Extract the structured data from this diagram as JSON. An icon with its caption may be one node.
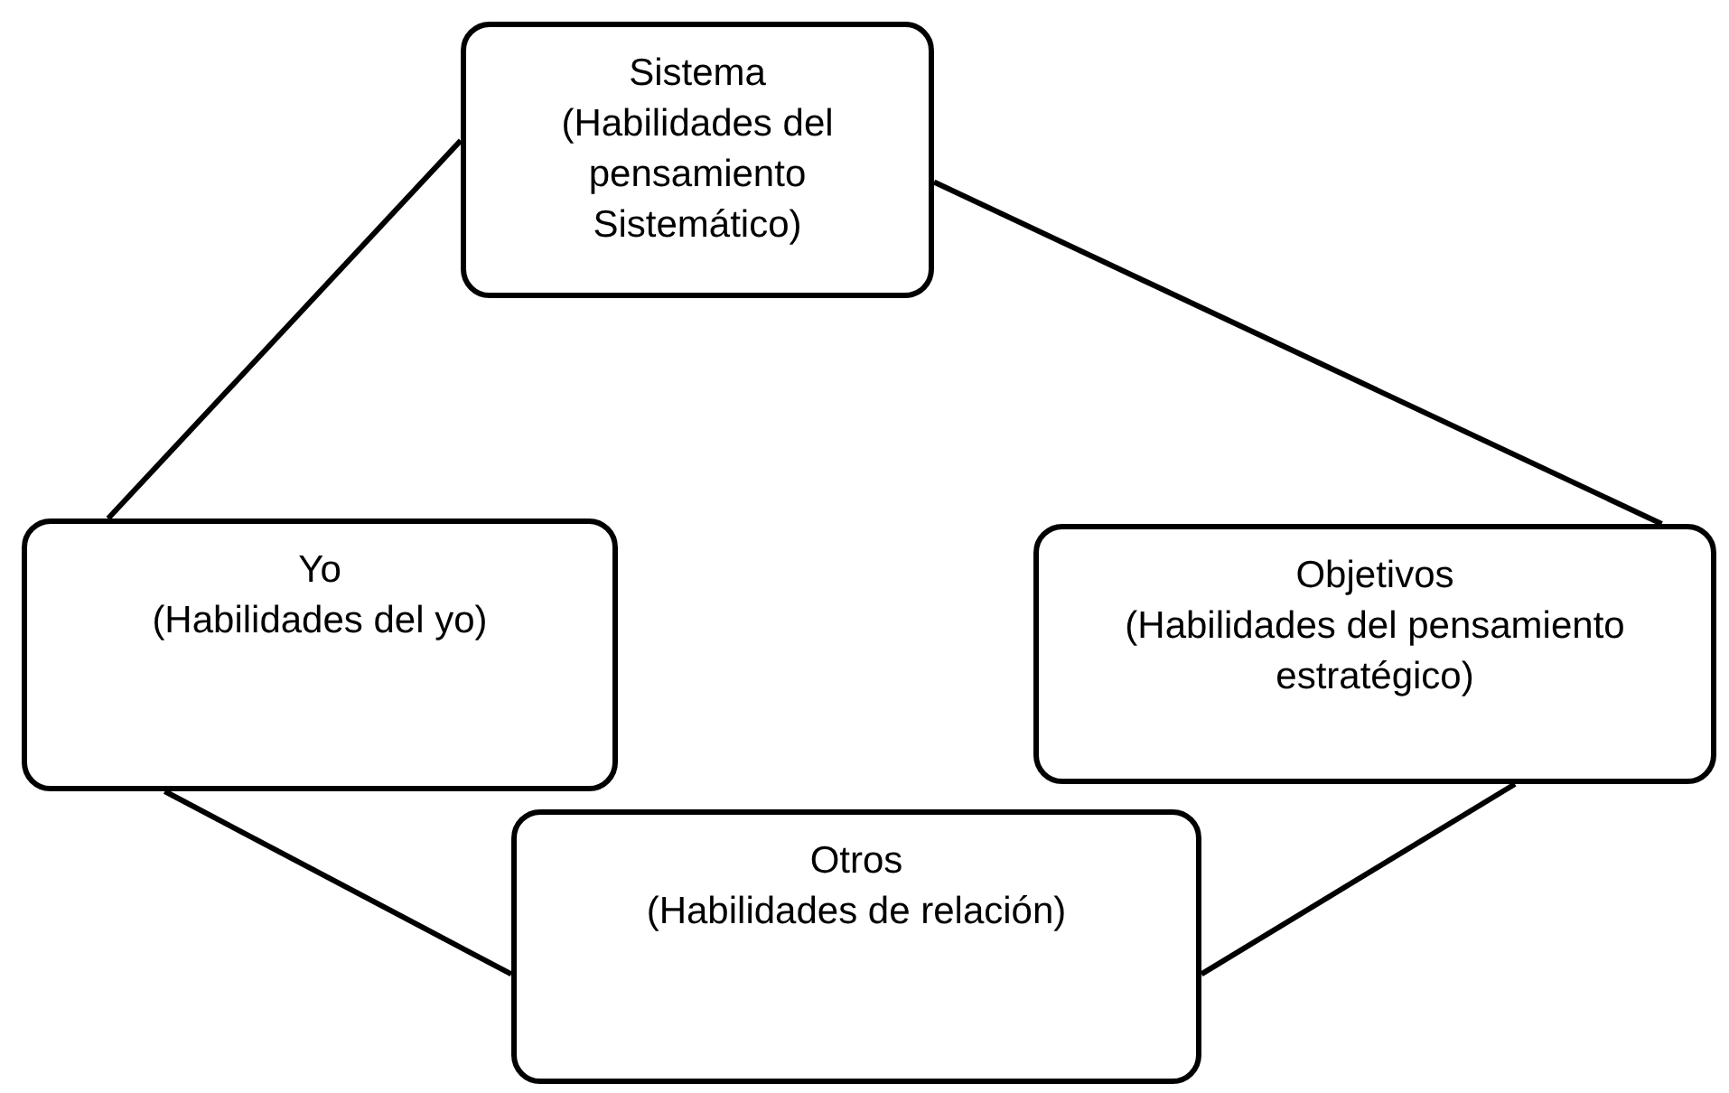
{
  "diagram": {
    "nodes": [
      {
        "text": [
          "Sistema",
          "(Habilidades del pensamiento Sistemático)"
        ]
      },
      {
        "text": [
          "Yo",
          "(Habilidades del yo)"
        ]
      },
      {
        "text": [
          "Objetivos",
          "(Habilidades del pensamiento estratégico)"
        ]
      },
      {
        "text": [
          "Otros",
          "(Habilidades de relación)"
        ]
      }
    ],
    "edges": [
      {
        "from": 0,
        "to": 1,
        "arrow": "none"
      },
      {
        "from": 0,
        "to": 2,
        "arrow": "none"
      },
      {
        "from": 1,
        "to": 3,
        "arrow": "none"
      },
      {
        "from": 3,
        "to": 2,
        "arrow": "none"
      }
    ]
  }
}
